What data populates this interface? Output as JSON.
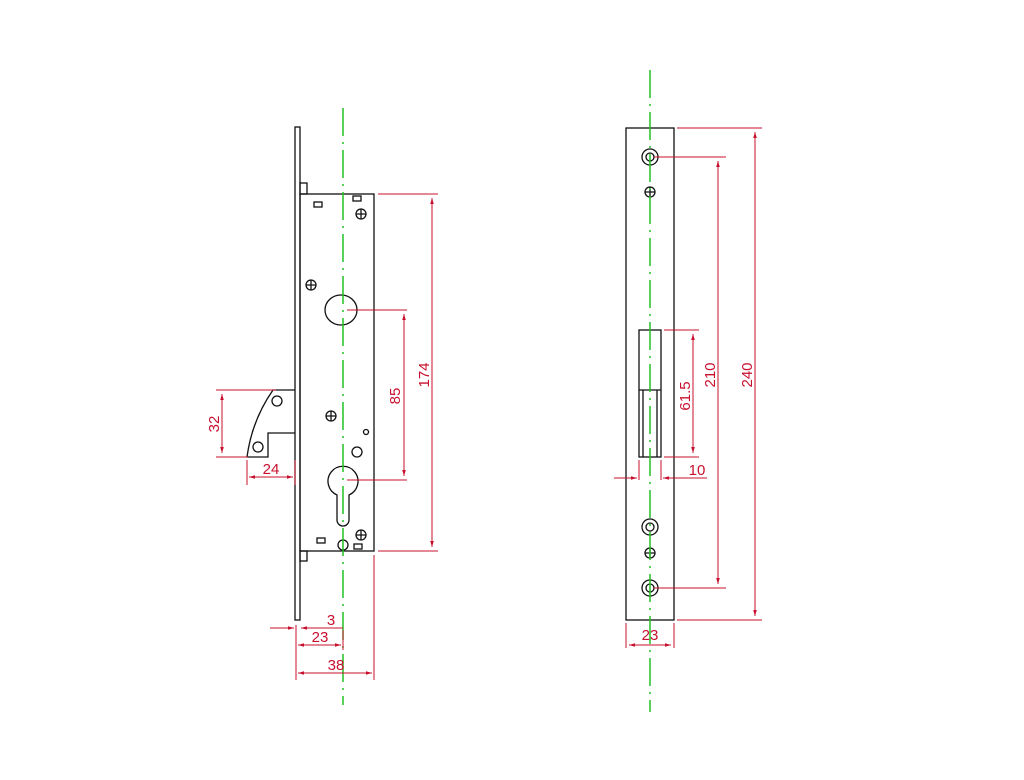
{
  "title": "Mortise lock technical drawing",
  "colors": {
    "outline": "#111111",
    "centerline": "#22c022",
    "dimension": "#c8102e"
  },
  "lock_body_view": {
    "dimensions": {
      "height_body": "174",
      "center_distance": "85",
      "latch_height": "32",
      "latch_projection": "24",
      "faceplate_thickness": "3",
      "backset": "23",
      "body_depth": "38"
    }
  },
  "strike_plate_view": {
    "dimensions": {
      "total_height": "240",
      "hole_distance": "210",
      "opening_height": "61.5",
      "opening_width": "10",
      "plate_width": "23"
    }
  }
}
